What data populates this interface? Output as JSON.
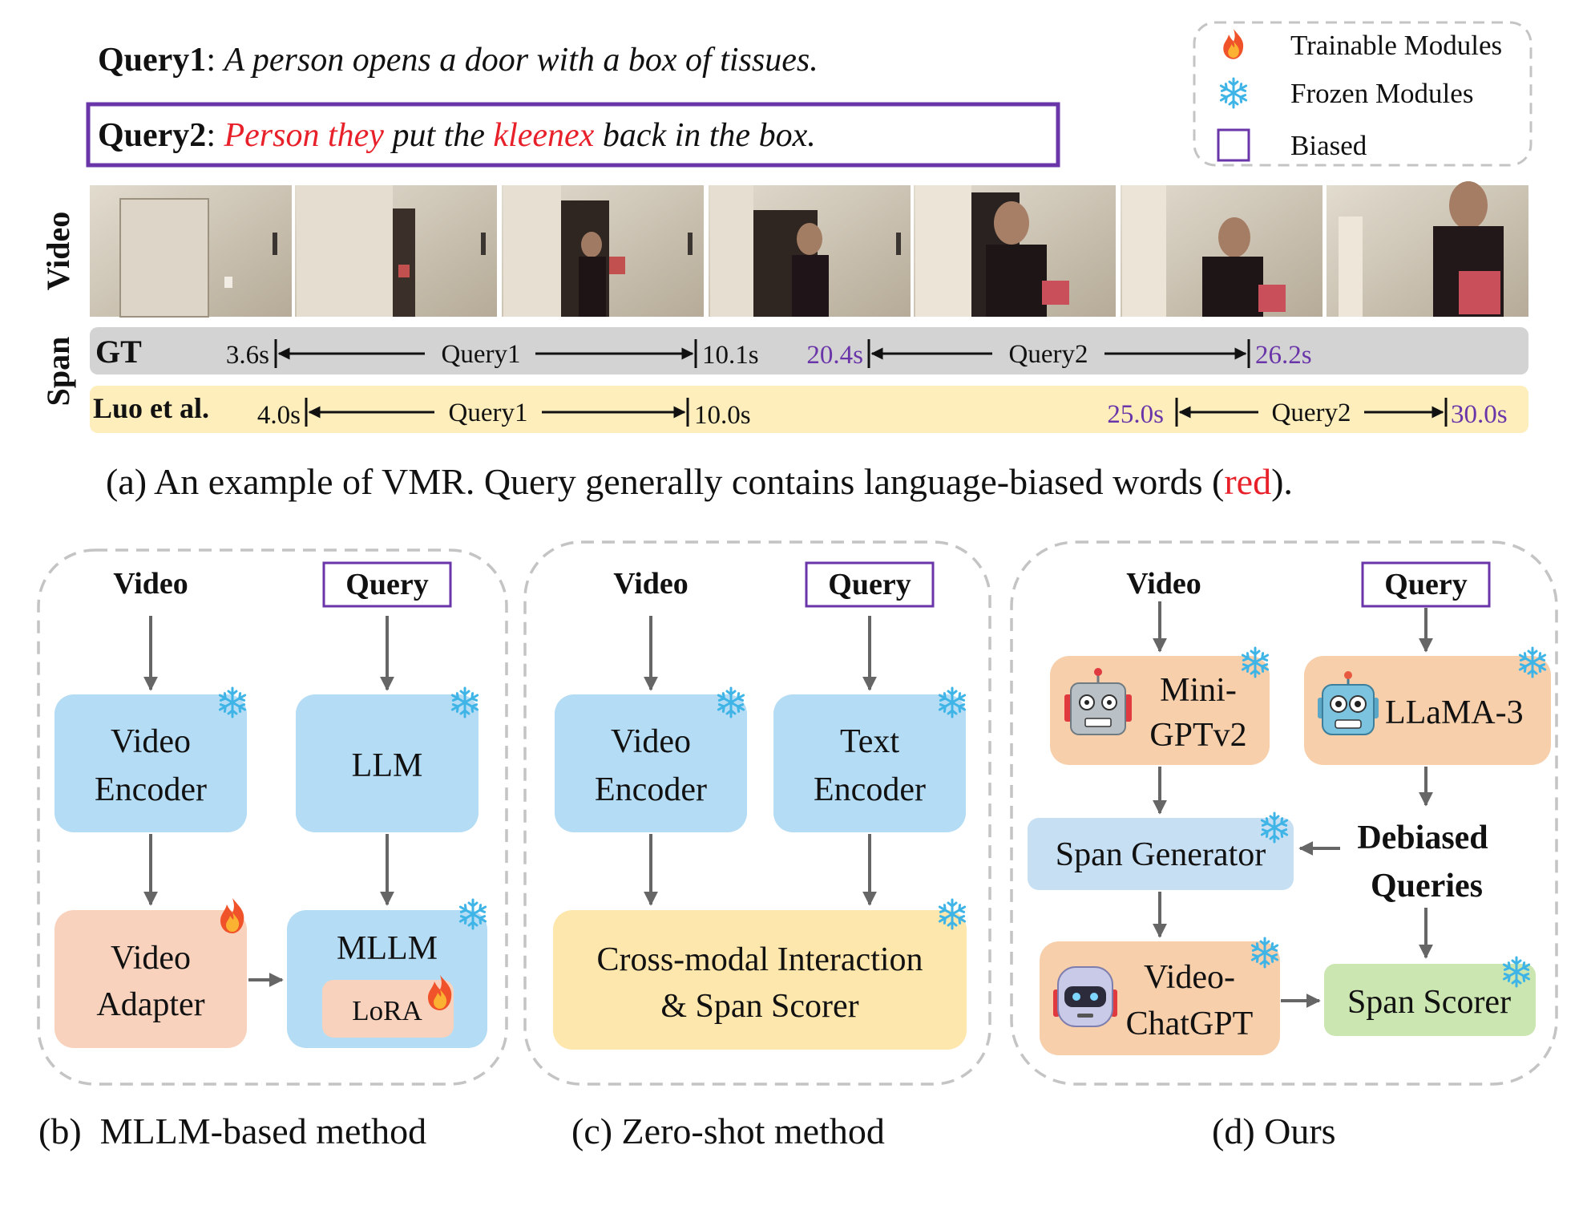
{
  "colors": {
    "biased_purple": "#6a35a8",
    "biased_red": "#e8202a",
    "frozen_blue": "#b4dcf5",
    "trainable_peach": "#f8d2bd",
    "llm_peach": "#f7cfab",
    "scorer_yellow": "#fde7ac",
    "span_generator_blue": "#c6dff3",
    "span_scorer_green": "#cce6b2",
    "gt_bar": "#d3d3d3",
    "luo_bar": "#fdeebc"
  },
  "legend": {
    "trainable": "Trainable Modules",
    "frozen": "Frozen Modules",
    "biased": "Biased",
    "icons": [
      "fire-icon",
      "snowflake-icon",
      "empty-square-icon"
    ]
  },
  "query1": {
    "label": "Query1",
    "sep": ": ",
    "text": "A person opens a door with a box of tissues."
  },
  "query2": {
    "label": "Query2",
    "sep": ": ",
    "parts": [
      {
        "text": "Person they",
        "biased": true
      },
      {
        "text": " put the ",
        "biased": false
      },
      {
        "text": "kleenex",
        "biased": true
      },
      {
        "text": " back in the box.",
        "biased": false
      }
    ]
  },
  "video_row_label": "Video",
  "span_row_label": "Span",
  "gt": {
    "label": "GT",
    "q1_start": "3.6s",
    "q1_name": "Query1",
    "q1_end": "10.1s",
    "q2_start": "20.4s",
    "q2_name": "Query2",
    "q2_end": "26.2s"
  },
  "luo": {
    "label": "Luo et al.",
    "q1_start": "4.0s",
    "q1_name": "Query1",
    "q1_end": "10.0s",
    "q2_start": "25.0s",
    "q2_name": "Query2",
    "q2_end": "30.0s"
  },
  "caption_a": {
    "prefix": "(a) An example of VMR. Query generally contains language-biased words (",
    "highlight": "red",
    "suffix": ")."
  },
  "panel_b": {
    "video": "Video",
    "query": "Query",
    "video_encoder": [
      "Video",
      "Encoder"
    ],
    "llm": "LLM",
    "video_adapter": [
      "Video",
      "Adapter"
    ],
    "mllm": "MLLM",
    "lora": "LoRA",
    "caption": "(b)  MLLM-based method"
  },
  "panel_c": {
    "video": "Video",
    "query": "Query",
    "video_encoder": [
      "Video",
      "Encoder"
    ],
    "text_encoder": [
      "Text",
      "Encoder"
    ],
    "cross_modal": [
      "Cross-modal Interaction",
      "& Span Scorer"
    ],
    "caption": "(c) Zero-shot method"
  },
  "panel_d": {
    "video": "Video",
    "query": "Query",
    "minigpt": [
      "Mini-",
      "GPTv2"
    ],
    "llama": "LLaMA-3",
    "span_generator": "Span Generator",
    "debiased": [
      "Debiased",
      "Queries"
    ],
    "videochatgpt": [
      "Video-",
      "ChatGPT"
    ],
    "span_scorer": "Span Scorer",
    "caption": "(d) Ours"
  }
}
